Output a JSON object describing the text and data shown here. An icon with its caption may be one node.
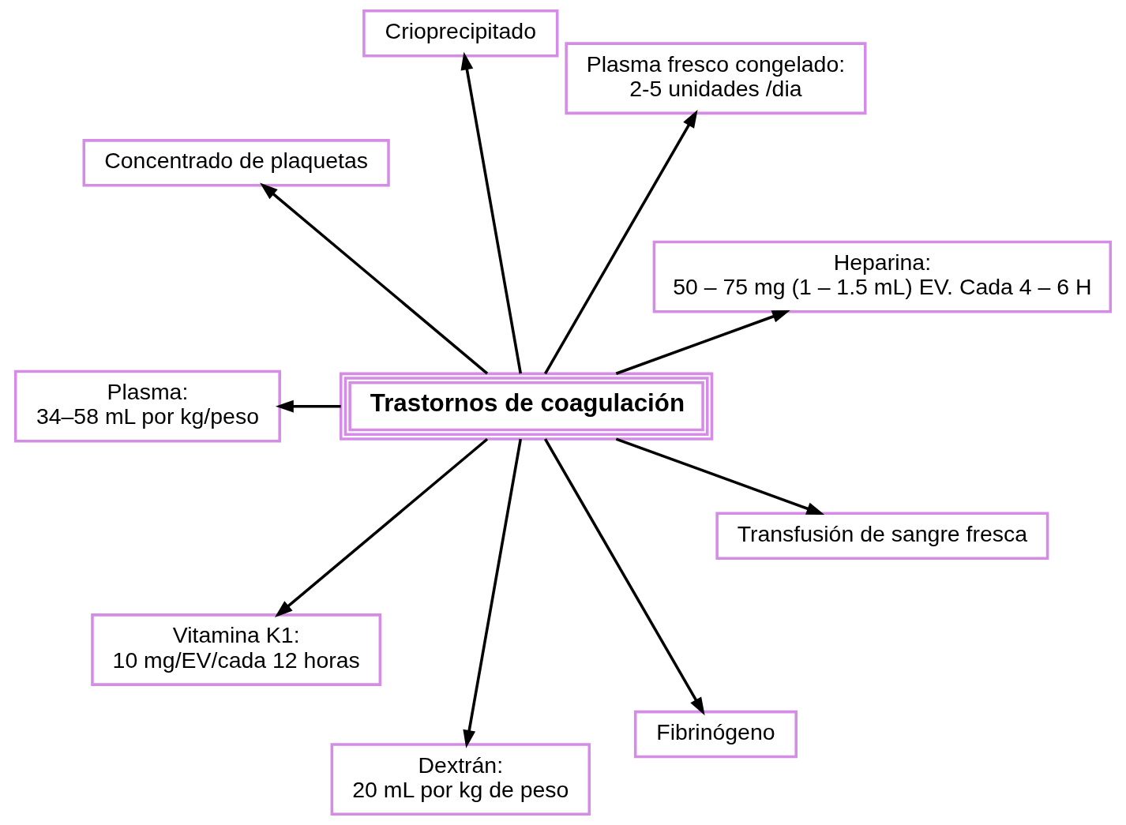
{
  "diagram": {
    "nodes": [
      {
        "text": [
          "Heparina:",
          "50 – 75 mg (1 – 1.5 mL) EV. Cada 4 – 6 H"
        ]
      },
      {
        "text": [
          "Plasma fresco congelado:",
          "2-5 unidades /dia"
        ]
      },
      {
        "text": [
          "Crioprecipitado"
        ]
      },
      {
        "text": [
          "Concentrado de plaquetas"
        ]
      },
      {
        "text": [
          "Trastornos de coagulación"
        ]
      },
      {
        "text": [
          "Plasma:",
          "34–58 mL por kg/peso"
        ]
      },
      {
        "text": [
          "Vitamina K1:",
          "10 mg/EV/cada 12 horas"
        ]
      },
      {
        "text": [
          "Dextrán:",
          "20 mL por kg de peso"
        ]
      },
      {
        "text": [
          "Fibrinógeno"
        ]
      },
      {
        "text": [
          "Transfusión de sangre fresca"
        ]
      }
    ],
    "edges": [
      {
        "from": 4,
        "to": 0,
        "arrow": "to"
      },
      {
        "from": 4,
        "to": 1,
        "arrow": "to"
      },
      {
        "from": 4,
        "to": 2,
        "arrow": "to"
      },
      {
        "from": 4,
        "to": 3,
        "arrow": "to"
      },
      {
        "from": 4,
        "to": 5,
        "arrow": "to"
      },
      {
        "from": 4,
        "to": 6,
        "arrow": "to"
      },
      {
        "from": 4,
        "to": 7,
        "arrow": "to"
      },
      {
        "from": 4,
        "to": 8,
        "arrow": "to"
      },
      {
        "from": 4,
        "to": 9,
        "arrow": "to"
      }
    ]
  }
}
